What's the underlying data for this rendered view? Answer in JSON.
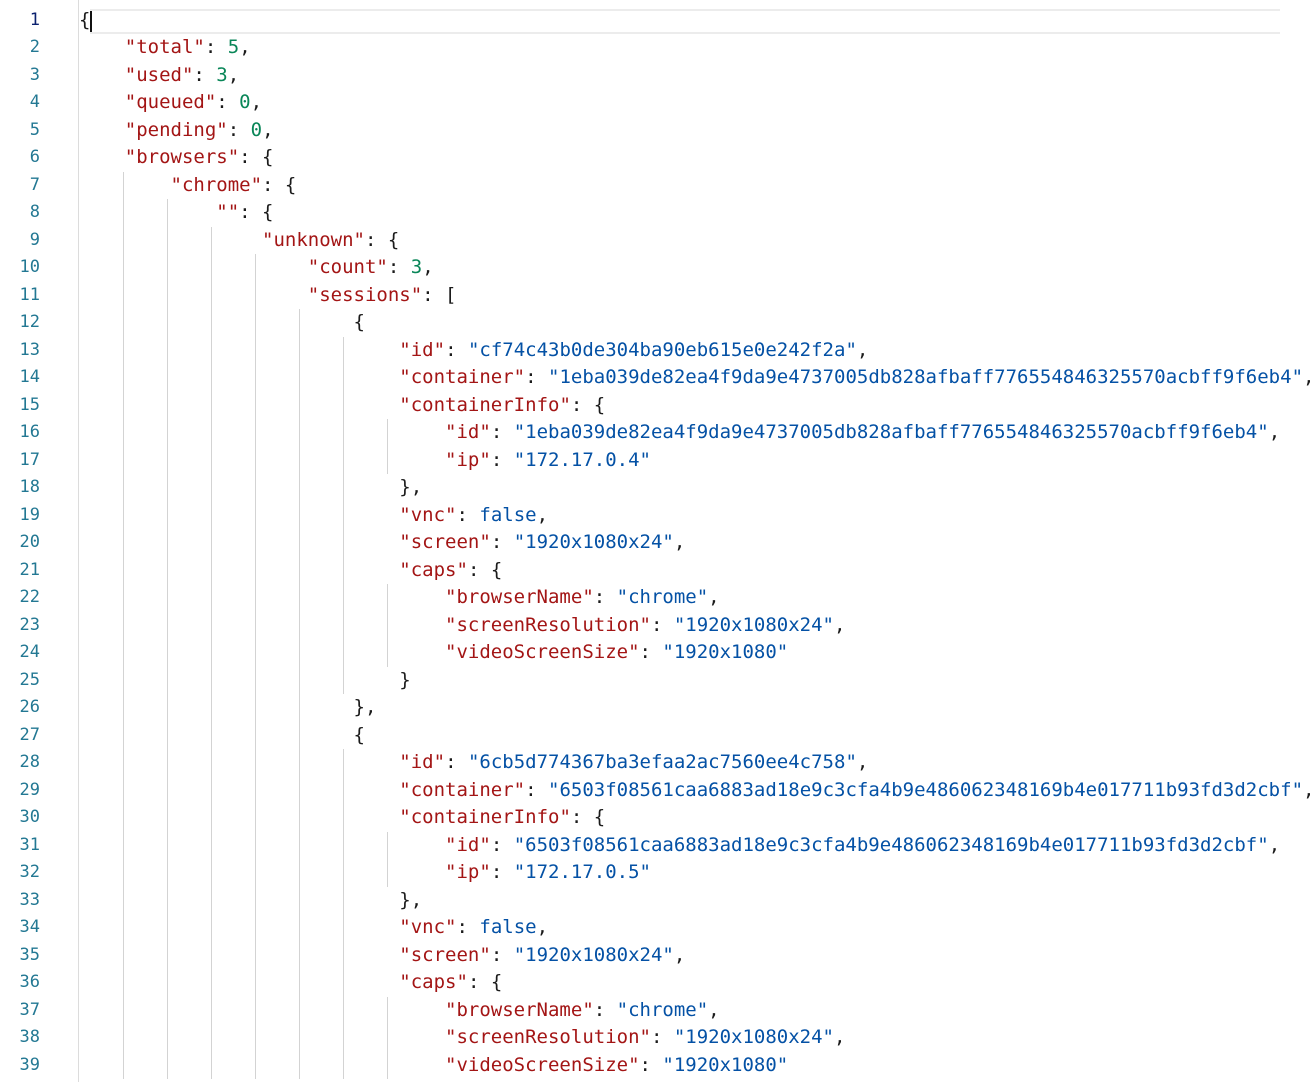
{
  "editor": {
    "current_line": 1,
    "lines": [
      {
        "n": "1",
        "tokens": [
          [
            "p",
            "{"
          ]
        ]
      },
      {
        "n": "2",
        "tokens": [
          [
            "p",
            "    "
          ],
          [
            "k",
            "\"total\""
          ],
          [
            "p",
            ": "
          ],
          [
            "n",
            "5"
          ],
          [
            "p",
            ","
          ]
        ]
      },
      {
        "n": "3",
        "tokens": [
          [
            "p",
            "    "
          ],
          [
            "k",
            "\"used\""
          ],
          [
            "p",
            ": "
          ],
          [
            "n",
            "3"
          ],
          [
            "p",
            ","
          ]
        ]
      },
      {
        "n": "4",
        "tokens": [
          [
            "p",
            "    "
          ],
          [
            "k",
            "\"queued\""
          ],
          [
            "p",
            ": "
          ],
          [
            "n",
            "0"
          ],
          [
            "p",
            ","
          ]
        ]
      },
      {
        "n": "5",
        "tokens": [
          [
            "p",
            "    "
          ],
          [
            "k",
            "\"pending\""
          ],
          [
            "p",
            ": "
          ],
          [
            "n",
            "0"
          ],
          [
            "p",
            ","
          ]
        ]
      },
      {
        "n": "6",
        "tokens": [
          [
            "p",
            "    "
          ],
          [
            "k",
            "\"browsers\""
          ],
          [
            "p",
            ": {"
          ]
        ]
      },
      {
        "n": "7",
        "tokens": [
          [
            "p",
            "        "
          ],
          [
            "k",
            "\"chrome\""
          ],
          [
            "p",
            ": {"
          ]
        ]
      },
      {
        "n": "8",
        "tokens": [
          [
            "p",
            "            "
          ],
          [
            "k",
            "\"\""
          ],
          [
            "p",
            ": {"
          ]
        ]
      },
      {
        "n": "9",
        "tokens": [
          [
            "p",
            "                "
          ],
          [
            "k",
            "\"unknown\""
          ],
          [
            "p",
            ": {"
          ]
        ]
      },
      {
        "n": "10",
        "tokens": [
          [
            "p",
            "                    "
          ],
          [
            "k",
            "\"count\""
          ],
          [
            "p",
            ": "
          ],
          [
            "n",
            "3"
          ],
          [
            "p",
            ","
          ]
        ]
      },
      {
        "n": "11",
        "tokens": [
          [
            "p",
            "                    "
          ],
          [
            "k",
            "\"sessions\""
          ],
          [
            "p",
            ": ["
          ]
        ]
      },
      {
        "n": "12",
        "tokens": [
          [
            "p",
            "                        {"
          ]
        ]
      },
      {
        "n": "13",
        "tokens": [
          [
            "p",
            "                            "
          ],
          [
            "k",
            "\"id\""
          ],
          [
            "p",
            ": "
          ],
          [
            "s",
            "\"cf74c43b0de304ba90eb615e0e242f2a\""
          ],
          [
            "p",
            ","
          ]
        ]
      },
      {
        "n": "14",
        "tokens": [
          [
            "p",
            "                            "
          ],
          [
            "k",
            "\"container\""
          ],
          [
            "p",
            ": "
          ],
          [
            "s",
            "\"1eba039de82ea4f9da9e4737005db828afbaff776554846325570acbff9f6eb4\""
          ],
          [
            "p",
            ","
          ]
        ]
      },
      {
        "n": "15",
        "tokens": [
          [
            "p",
            "                            "
          ],
          [
            "k",
            "\"containerInfo\""
          ],
          [
            "p",
            ": {"
          ]
        ]
      },
      {
        "n": "16",
        "tokens": [
          [
            "p",
            "                                "
          ],
          [
            "k",
            "\"id\""
          ],
          [
            "p",
            ": "
          ],
          [
            "s",
            "\"1eba039de82ea4f9da9e4737005db828afbaff776554846325570acbff9f6eb4\""
          ],
          [
            "p",
            ","
          ]
        ]
      },
      {
        "n": "17",
        "tokens": [
          [
            "p",
            "                                "
          ],
          [
            "k",
            "\"ip\""
          ],
          [
            "p",
            ": "
          ],
          [
            "s",
            "\"172.17.0.4\""
          ]
        ]
      },
      {
        "n": "18",
        "tokens": [
          [
            "p",
            "                            },"
          ]
        ]
      },
      {
        "n": "19",
        "tokens": [
          [
            "p",
            "                            "
          ],
          [
            "k",
            "\"vnc\""
          ],
          [
            "p",
            ": "
          ],
          [
            "b",
            "false"
          ],
          [
            "p",
            ","
          ]
        ]
      },
      {
        "n": "20",
        "tokens": [
          [
            "p",
            "                            "
          ],
          [
            "k",
            "\"screen\""
          ],
          [
            "p",
            ": "
          ],
          [
            "s",
            "\"1920x1080x24\""
          ],
          [
            "p",
            ","
          ]
        ]
      },
      {
        "n": "21",
        "tokens": [
          [
            "p",
            "                            "
          ],
          [
            "k",
            "\"caps\""
          ],
          [
            "p",
            ": {"
          ]
        ]
      },
      {
        "n": "22",
        "tokens": [
          [
            "p",
            "                                "
          ],
          [
            "k",
            "\"browserName\""
          ],
          [
            "p",
            ": "
          ],
          [
            "s",
            "\"chrome\""
          ],
          [
            "p",
            ","
          ]
        ]
      },
      {
        "n": "23",
        "tokens": [
          [
            "p",
            "                                "
          ],
          [
            "k",
            "\"screenResolution\""
          ],
          [
            "p",
            ": "
          ],
          [
            "s",
            "\"1920x1080x24\""
          ],
          [
            "p",
            ","
          ]
        ]
      },
      {
        "n": "24",
        "tokens": [
          [
            "p",
            "                                "
          ],
          [
            "k",
            "\"videoScreenSize\""
          ],
          [
            "p",
            ": "
          ],
          [
            "s",
            "\"1920x1080\""
          ]
        ]
      },
      {
        "n": "25",
        "tokens": [
          [
            "p",
            "                            }"
          ]
        ]
      },
      {
        "n": "26",
        "tokens": [
          [
            "p",
            "                        },"
          ]
        ]
      },
      {
        "n": "27",
        "tokens": [
          [
            "p",
            "                        {"
          ]
        ]
      },
      {
        "n": "28",
        "tokens": [
          [
            "p",
            "                            "
          ],
          [
            "k",
            "\"id\""
          ],
          [
            "p",
            ": "
          ],
          [
            "s",
            "\"6cb5d774367ba3efaa2ac7560ee4c758\""
          ],
          [
            "p",
            ","
          ]
        ]
      },
      {
        "n": "29",
        "tokens": [
          [
            "p",
            "                            "
          ],
          [
            "k",
            "\"container\""
          ],
          [
            "p",
            ": "
          ],
          [
            "s",
            "\"6503f08561caa6883ad18e9c3cfa4b9e486062348169b4e017711b93fd3d2cbf\""
          ],
          [
            "p",
            ","
          ]
        ]
      },
      {
        "n": "30",
        "tokens": [
          [
            "p",
            "                            "
          ],
          [
            "k",
            "\"containerInfo\""
          ],
          [
            "p",
            ": {"
          ]
        ]
      },
      {
        "n": "31",
        "tokens": [
          [
            "p",
            "                                "
          ],
          [
            "k",
            "\"id\""
          ],
          [
            "p",
            ": "
          ],
          [
            "s",
            "\"6503f08561caa6883ad18e9c3cfa4b9e486062348169b4e017711b93fd3d2cbf\""
          ],
          [
            "p",
            ","
          ]
        ]
      },
      {
        "n": "32",
        "tokens": [
          [
            "p",
            "                                "
          ],
          [
            "k",
            "\"ip\""
          ],
          [
            "p",
            ": "
          ],
          [
            "s",
            "\"172.17.0.5\""
          ]
        ]
      },
      {
        "n": "33",
        "tokens": [
          [
            "p",
            "                            },"
          ]
        ]
      },
      {
        "n": "34",
        "tokens": [
          [
            "p",
            "                            "
          ],
          [
            "k",
            "\"vnc\""
          ],
          [
            "p",
            ": "
          ],
          [
            "b",
            "false"
          ],
          [
            "p",
            ","
          ]
        ]
      },
      {
        "n": "35",
        "tokens": [
          [
            "p",
            "                            "
          ],
          [
            "k",
            "\"screen\""
          ],
          [
            "p",
            ": "
          ],
          [
            "s",
            "\"1920x1080x24\""
          ],
          [
            "p",
            ","
          ]
        ]
      },
      {
        "n": "36",
        "tokens": [
          [
            "p",
            "                            "
          ],
          [
            "k",
            "\"caps\""
          ],
          [
            "p",
            ": {"
          ]
        ]
      },
      {
        "n": "37",
        "tokens": [
          [
            "p",
            "                                "
          ],
          [
            "k",
            "\"browserName\""
          ],
          [
            "p",
            ": "
          ],
          [
            "s",
            "\"chrome\""
          ],
          [
            "p",
            ","
          ]
        ]
      },
      {
        "n": "38",
        "tokens": [
          [
            "p",
            "                                "
          ],
          [
            "k",
            "\"screenResolution\""
          ],
          [
            "p",
            ": "
          ],
          [
            "s",
            "\"1920x1080x24\""
          ],
          [
            "p",
            ","
          ]
        ]
      },
      {
        "n": "39",
        "tokens": [
          [
            "p",
            "                                "
          ],
          [
            "k",
            "\"videoScreenSize\""
          ],
          [
            "p",
            ": "
          ],
          [
            "s",
            "\"1920x1080\""
          ]
        ]
      }
    ]
  }
}
